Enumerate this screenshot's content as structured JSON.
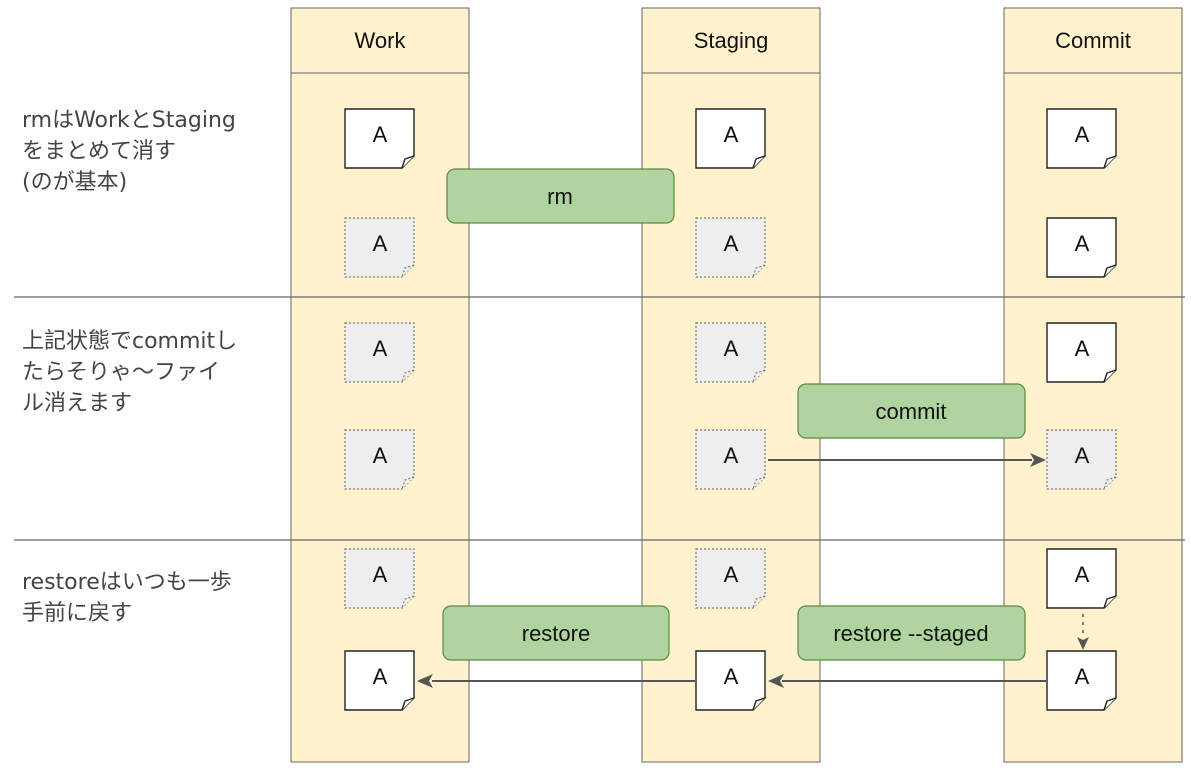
{
  "columns": {
    "work": "Work",
    "staging": "Staging",
    "commit": "Commit"
  },
  "rows": {
    "rm": {
      "label_lines": [
        "rmはWorkとStaging",
        "をまとめて消す",
        "(のが基本)"
      ],
      "action": "rm"
    },
    "commit": {
      "label_lines": [
        "上記状態でcommitし",
        "たらそりゃ〜ファイ",
        "ル消えます"
      ],
      "action": "commit"
    },
    "restore": {
      "label_lines": [
        "restoreはいつも一歩",
        "手前に戻す"
      ],
      "actions": [
        "restore",
        "restore --staged"
      ]
    }
  },
  "file_label": "A",
  "colors": {
    "column_fill": "#fff2cc",
    "action_fill": "#b0d4a0",
    "action_border": "#5a8a3c",
    "ghost_fill": "#eeeeee"
  }
}
